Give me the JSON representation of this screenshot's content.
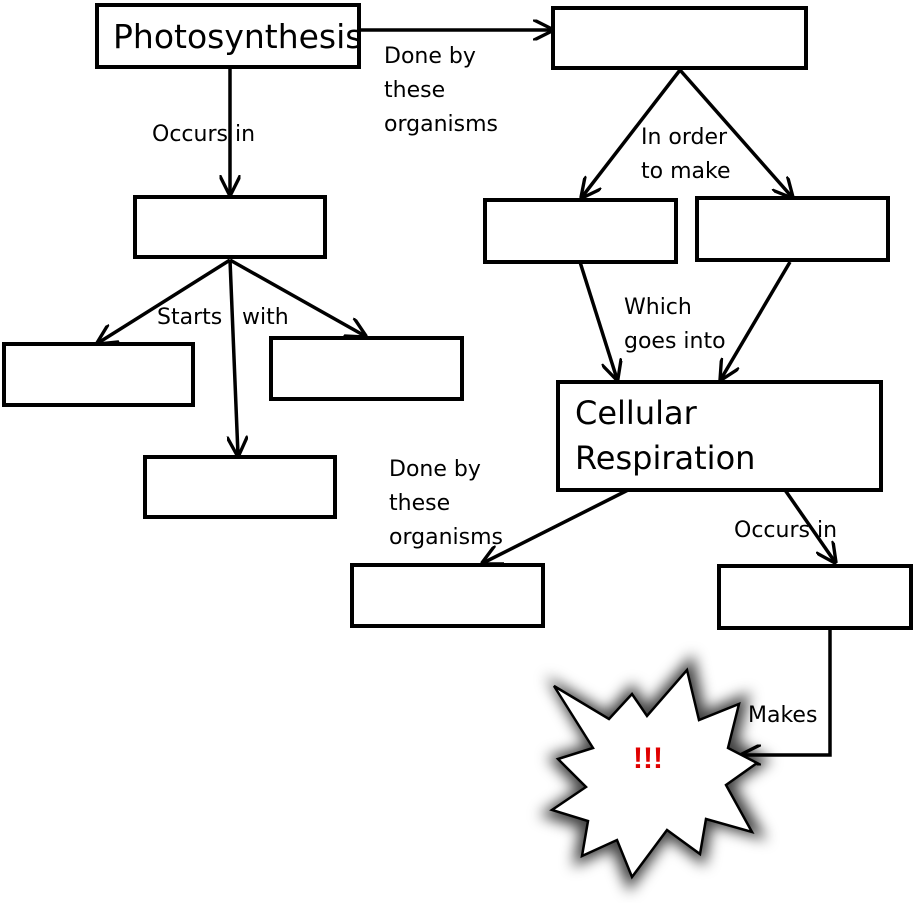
{
  "nodes": {
    "photosynthesis": "Photosynthesis",
    "cellular_respiration_line1": "Cellular",
    "cellular_respiration_line2": "Respiration"
  },
  "labels": {
    "occurs_in_top": "Occurs  in",
    "done_by_top": [
      "Done by",
      "these",
      "organisms"
    ],
    "in_order_to_make": [
      "In order",
      "to make"
    ],
    "starts_with": [
      "Starts",
      "with"
    ],
    "which_goes_into": [
      "Which",
      "goes into"
    ],
    "done_by_bottom": [
      "Done by",
      "these",
      "organisms"
    ],
    "occurs_in_bottom": "Occurs  in",
    "makes": "Makes"
  },
  "burst": {
    "text": "!!!",
    "text_color": "#e00000",
    "shape": "explosion-starburst"
  },
  "colors": {
    "line": "#000000",
    "box_border": "#000000",
    "background": "#ffffff"
  }
}
